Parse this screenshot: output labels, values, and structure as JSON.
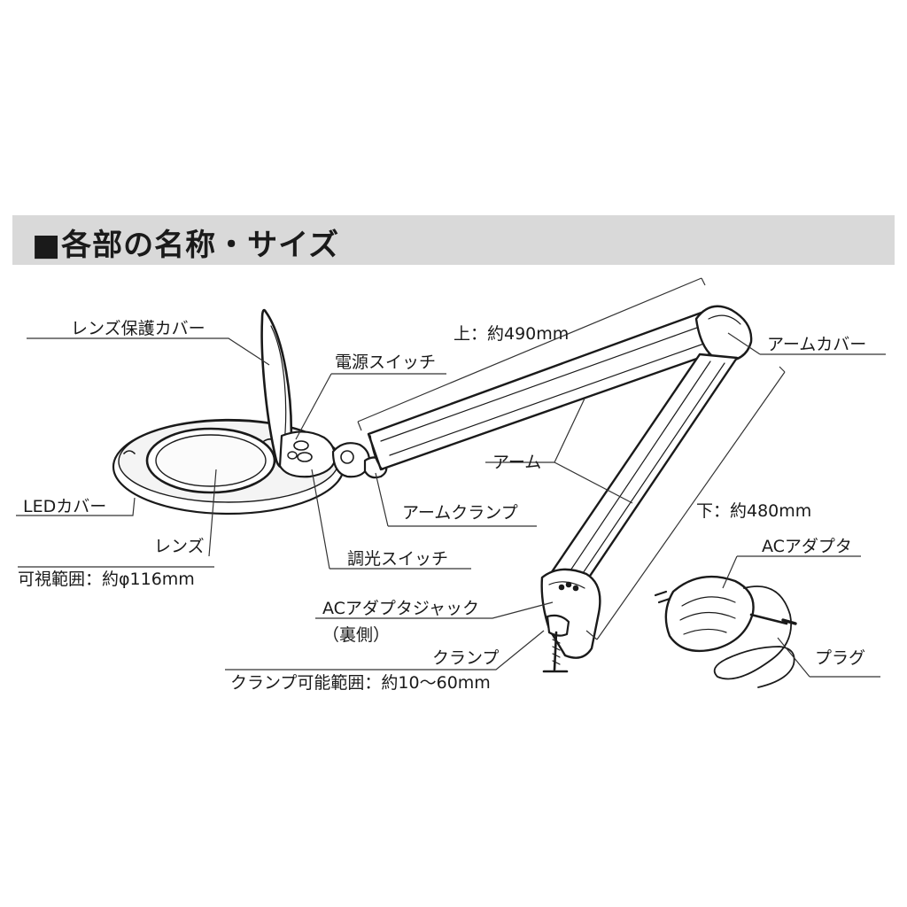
{
  "header": {
    "title": "■各部の名称・サイズ"
  },
  "labels": {
    "lens_cover": "レンズ保護カバー",
    "power_switch": "電源スイッチ",
    "upper_size": "上：約490mm",
    "arm_cover": "アームカバー",
    "arm": "アーム",
    "led_cover": "LEDカバー",
    "arm_clamp": "アームクランプ",
    "lower_size": "下：約480mm",
    "lens": "レンズ",
    "lens_view": "可視範囲：約φ116mm",
    "dimmer_switch": "調光スイッチ",
    "ac_adapter": "ACアダプタ",
    "ac_jack": "ACアダプタジャック",
    "ac_jack_note": "（裏側）",
    "clamp": "クランプ",
    "clamp_range": "クランプ可能範囲：約10〜60mm",
    "plug": "プラグ"
  }
}
